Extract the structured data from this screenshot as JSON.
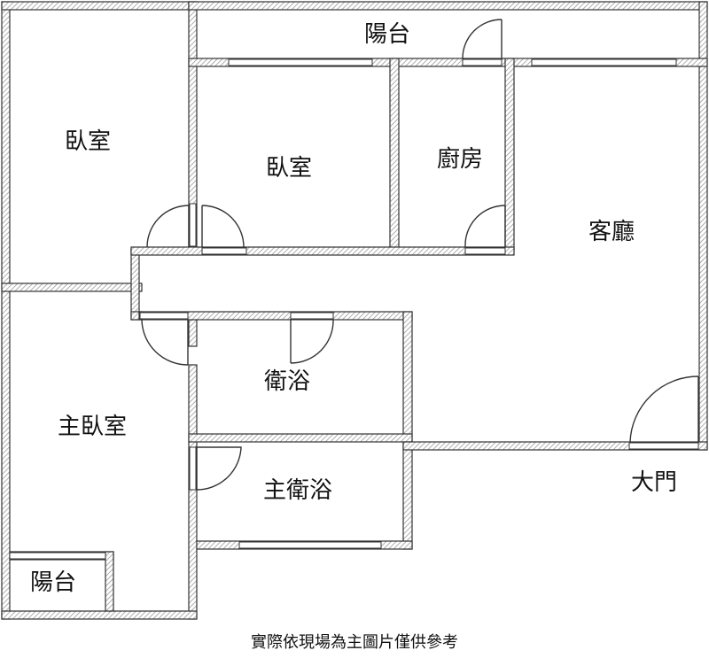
{
  "rooms": {
    "balcony_top": "陽台",
    "bedroom_left": "臥室",
    "bedroom_middle": "臥室",
    "kitchen": "廚房",
    "living_room": "客廳",
    "bathroom": "衛浴",
    "master_bedroom": "主臥室",
    "master_bathroom": "主衛浴",
    "balcony_bottom": "陽台"
  },
  "main_door_label": "大門",
  "caption": "實際依現場為主圖片僅供參考",
  "colors": {
    "wall_stroke": "#333333",
    "wall_hatch": "#9a9a9a",
    "background": "#ffffff"
  }
}
